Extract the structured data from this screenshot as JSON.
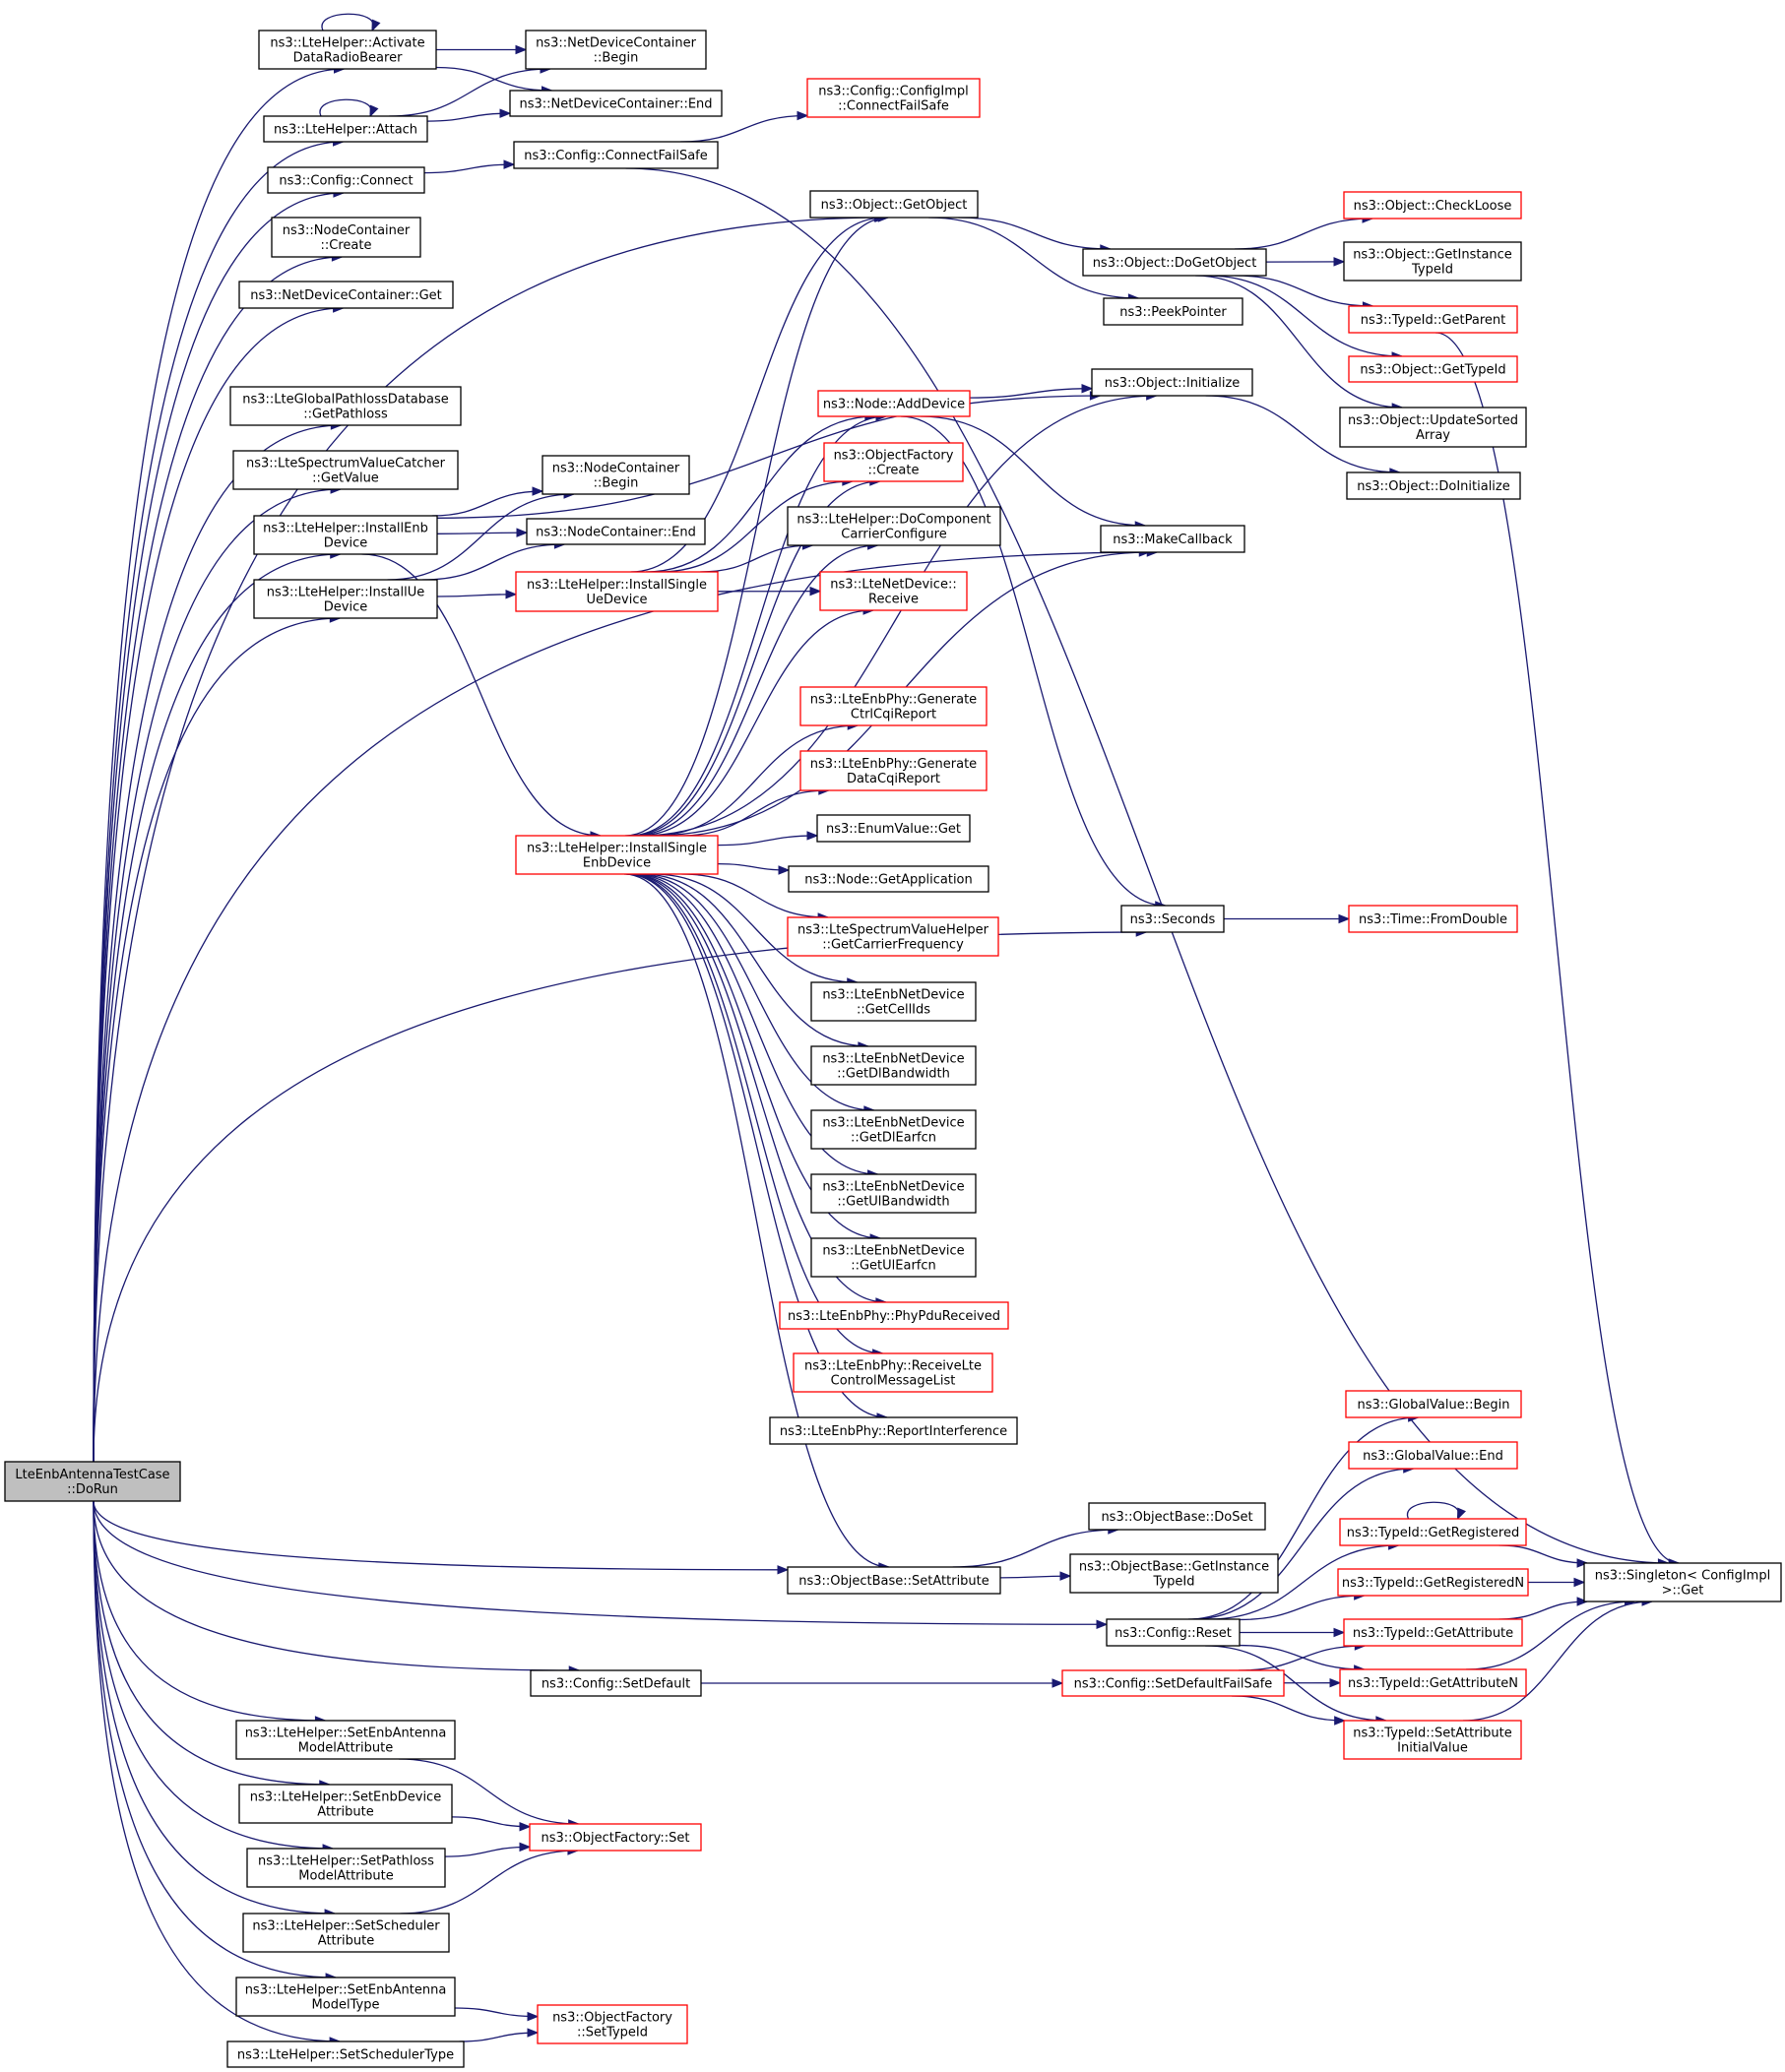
{
  "colors": {
    "edge": "#191970",
    "node_border": "#000000",
    "node_border_highlight": "#ff0000",
    "root_fill": "#bfbfbf",
    "background": "#ffffff"
  },
  "nodes": {
    "root": {
      "lines": [
        "LteEnbAntennaTestCase",
        "::DoRun"
      ],
      "style": "root"
    },
    "activate": {
      "lines": [
        "ns3::LteHelper::Activate",
        "DataRadioBearer"
      ],
      "style": "normal"
    },
    "attach": {
      "lines": [
        "ns3::LteHelper::Attach"
      ],
      "style": "normal"
    },
    "cfg_connect": {
      "lines": [
        "ns3::Config::Connect"
      ],
      "style": "normal"
    },
    "nc_create": {
      "lines": [
        "ns3::NodeContainer",
        "::Create"
      ],
      "style": "normal"
    },
    "ndc_get": {
      "lines": [
        "ns3::NetDeviceContainer::Get"
      ],
      "style": "normal"
    },
    "gpd_getpathloss": {
      "lines": [
        "ns3::LteGlobalPathlossDatabase",
        "::GetPathloss"
      ],
      "style": "normal"
    },
    "svc_getvalue": {
      "lines": [
        "ns3::LteSpectrumValueCatcher",
        "::GetValue"
      ],
      "style": "normal"
    },
    "install_enb": {
      "lines": [
        "ns3::LteHelper::InstallEnb",
        "Device"
      ],
      "style": "normal"
    },
    "install_ue": {
      "lines": [
        "ns3::LteHelper::InstallUe",
        "Device"
      ],
      "style": "normal"
    },
    "ndc_begin": {
      "lines": [
        "ns3::NetDeviceContainer",
        "::Begin"
      ],
      "style": "normal"
    },
    "ndc_end": {
      "lines": [
        "ns3::NetDeviceContainer::End"
      ],
      "style": "normal"
    },
    "cfg_connectfailsafe": {
      "lines": [
        "ns3::Config::ConnectFailSafe"
      ],
      "style": "normal"
    },
    "cfgimpl_cfs": {
      "lines": [
        "ns3::Config::ConfigImpl",
        "::ConnectFailSafe"
      ],
      "style": "red"
    },
    "nc_begin": {
      "lines": [
        "ns3::NodeContainer",
        "::Begin"
      ],
      "style": "normal"
    },
    "nc_end": {
      "lines": [
        "ns3::NodeContainer::End"
      ],
      "style": "normal"
    },
    "install_single_ue": {
      "lines": [
        "ns3::LteHelper::InstallSingle",
        "UeDevice"
      ],
      "style": "red"
    },
    "install_single_enb": {
      "lines": [
        "ns3::LteHelper::InstallSingle",
        "EnbDevice"
      ],
      "style": "red"
    },
    "obj_getobject": {
      "lines": [
        "ns3::Object::GetObject"
      ],
      "style": "normal"
    },
    "node_adddevice": {
      "lines": [
        "ns3::Node::AddDevice"
      ],
      "style": "red"
    },
    "objfactory_create": {
      "lines": [
        "ns3::ObjectFactory",
        "::Create"
      ],
      "style": "red"
    },
    "dcc_configure": {
      "lines": [
        "ns3::LteHelper::DoComponent",
        "CarrierConfigure"
      ],
      "style": "normal"
    },
    "netdev_receive": {
      "lines": [
        "ns3::LteNetDevice::",
        "Receive"
      ],
      "style": "red"
    },
    "gen_ctrlcqi": {
      "lines": [
        "ns3::LteEnbPhy::Generate",
        "CtrlCqiReport"
      ],
      "style": "red"
    },
    "gen_datacqi": {
      "lines": [
        "ns3::LteEnbPhy::Generate",
        "DataCqiReport"
      ],
      "style": "red"
    },
    "enumvalue_get": {
      "lines": [
        "ns3::EnumValue::Get"
      ],
      "style": "normal"
    },
    "node_getapp": {
      "lines": [
        "ns3::Node::GetApplication"
      ],
      "style": "normal"
    },
    "svh_carrierfreq": {
      "lines": [
        "ns3::LteSpectrumValueHelper",
        "::GetCarrierFrequency"
      ],
      "style": "red"
    },
    "enb_cellids": {
      "lines": [
        "ns3::LteEnbNetDevice",
        "::GetCellIds"
      ],
      "style": "normal"
    },
    "enb_dlbw": {
      "lines": [
        "ns3::LteEnbNetDevice",
        "::GetDlBandwidth"
      ],
      "style": "normal"
    },
    "enb_dlearfcn": {
      "lines": [
        "ns3::LteEnbNetDevice",
        "::GetDlEarfcn"
      ],
      "style": "normal"
    },
    "enb_ulbw": {
      "lines": [
        "ns3::LteEnbNetDevice",
        "::GetUlBandwidth"
      ],
      "style": "normal"
    },
    "enb_ulearfcn": {
      "lines": [
        "ns3::LteEnbNetDevice",
        "::GetUlEarfcn"
      ],
      "style": "normal"
    },
    "phy_pdurecv": {
      "lines": [
        "ns3::LteEnbPhy::PhyPduReceived"
      ],
      "style": "red"
    },
    "phy_recvctrl": {
      "lines": [
        "ns3::LteEnbPhy::ReceiveLte",
        "ControlMessageList"
      ],
      "style": "red"
    },
    "phy_reportintf": {
      "lines": [
        "ns3::LteEnbPhy::ReportInterference"
      ],
      "style": "normal"
    },
    "obj_dogetobject": {
      "lines": [
        "ns3::Object::DoGetObject"
      ],
      "style": "normal"
    },
    "peekpointer": {
      "lines": [
        "ns3::PeekPointer"
      ],
      "style": "normal"
    },
    "obj_initialize": {
      "lines": [
        "ns3::Object::Initialize"
      ],
      "style": "normal"
    },
    "makecallback": {
      "lines": [
        "ns3::MakeCallback"
      ],
      "style": "normal"
    },
    "seconds": {
      "lines": [
        "ns3::Seconds"
      ],
      "style": "normal"
    },
    "obj_checkloose": {
      "lines": [
        "ns3::Object::CheckLoose"
      ],
      "style": "red"
    },
    "obj_getinstancetypeid": {
      "lines": [
        "ns3::Object::GetInstance",
        "TypeId"
      ],
      "style": "normal"
    },
    "typeid_getparent": {
      "lines": [
        "ns3::TypeId::GetParent"
      ],
      "style": "red"
    },
    "obj_gettypeid": {
      "lines": [
        "ns3::Object::GetTypeId"
      ],
      "style": "red"
    },
    "obj_updatesorted": {
      "lines": [
        "ns3::Object::UpdateSorted",
        "Array"
      ],
      "style": "normal"
    },
    "obj_doinitialize": {
      "lines": [
        "ns3::Object::DoInitialize"
      ],
      "style": "normal"
    },
    "time_fromdouble": {
      "lines": [
        "ns3::Time::FromDouble"
      ],
      "style": "red"
    },
    "gv_begin": {
      "lines": [
        "ns3::GlobalValue::Begin"
      ],
      "style": "red"
    },
    "gv_end": {
      "lines": [
        "ns3::GlobalValue::End"
      ],
      "style": "red"
    },
    "typeid_getregistered": {
      "lines": [
        "ns3::TypeId::GetRegistered"
      ],
      "style": "red"
    },
    "typeid_getregisteredn": {
      "lines": [
        "ns3::TypeId::GetRegisteredN"
      ],
      "style": "red"
    },
    "typeid_getattribute": {
      "lines": [
        "ns3::TypeId::GetAttribute"
      ],
      "style": "red"
    },
    "typeid_getattributen": {
      "lines": [
        "ns3::TypeId::GetAttributeN"
      ],
      "style": "red"
    },
    "typeid_setattrinit": {
      "lines": [
        "ns3::TypeId::SetAttribute",
        "InitialValue"
      ],
      "style": "red"
    },
    "singleton_get": {
      "lines": [
        "ns3::Singleton< ConfigImpl",
        " >::Get"
      ],
      "style": "normal"
    },
    "objbase_doset": {
      "lines": [
        "ns3::ObjectBase::DoSet"
      ],
      "style": "normal"
    },
    "objbase_getinstancetypeid": {
      "lines": [
        "ns3::ObjectBase::GetInstance",
        "TypeId"
      ],
      "style": "normal"
    },
    "objbase_setattribute": {
      "lines": [
        "ns3::ObjectBase::SetAttribute"
      ],
      "style": "normal"
    },
    "cfg_reset": {
      "lines": [
        "ns3::Config::Reset"
      ],
      "style": "normal"
    },
    "cfg_setdefault": {
      "lines": [
        "ns3::Config::SetDefault"
      ],
      "style": "normal"
    },
    "cfg_setdefaultfailsafe": {
      "lines": [
        "ns3::Config::SetDefaultFailSafe"
      ],
      "style": "red"
    },
    "set_enb_ant_attr": {
      "lines": [
        "ns3::LteHelper::SetEnbAntenna",
        "ModelAttribute"
      ],
      "style": "normal"
    },
    "set_enb_dev_attr": {
      "lines": [
        "ns3::LteHelper::SetEnbDevice",
        "Attribute"
      ],
      "style": "normal"
    },
    "set_pathloss_attr": {
      "lines": [
        "ns3::LteHelper::SetPathloss",
        "ModelAttribute"
      ],
      "style": "normal"
    },
    "set_sched_attr": {
      "lines": [
        "ns3::LteHelper::SetScheduler",
        "Attribute"
      ],
      "style": "normal"
    },
    "set_enb_ant_type": {
      "lines": [
        "ns3::LteHelper::SetEnbAntenna",
        "ModelType"
      ],
      "style": "normal"
    },
    "set_sched_type": {
      "lines": [
        "ns3::LteHelper::SetSchedulerType"
      ],
      "style": "normal"
    },
    "objfactory_set": {
      "lines": [
        "ns3::ObjectFactory::Set"
      ],
      "style": "red"
    },
    "objfactory_settypeid": {
      "lines": [
        "ns3::ObjectFactory",
        "::SetTypeId"
      ],
      "style": "red"
    }
  },
  "edges": [
    [
      "root",
      "activate"
    ],
    [
      "root",
      "attach"
    ],
    [
      "root",
      "cfg_connect"
    ],
    [
      "root",
      "nc_create"
    ],
    [
      "root",
      "ndc_get"
    ],
    [
      "root",
      "gpd_getpathloss"
    ],
    [
      "root",
      "svc_getvalue"
    ],
    [
      "root",
      "install_enb"
    ],
    [
      "root",
      "install_ue"
    ],
    [
      "root",
      "obj_getobject"
    ],
    [
      "root",
      "makecallback"
    ],
    [
      "root",
      "seconds"
    ],
    [
      "root",
      "objbase_setattribute"
    ],
    [
      "root",
      "cfg_reset"
    ],
    [
      "root",
      "cfg_setdefault"
    ],
    [
      "root",
      "set_enb_ant_attr"
    ],
    [
      "root",
      "set_enb_dev_attr"
    ],
    [
      "root",
      "set_pathloss_attr"
    ],
    [
      "root",
      "set_sched_attr"
    ],
    [
      "root",
      "set_enb_ant_type"
    ],
    [
      "root",
      "set_sched_type"
    ],
    [
      "activate",
      "activate"
    ],
    [
      "activate",
      "ndc_begin"
    ],
    [
      "activate",
      "ndc_end"
    ],
    [
      "attach",
      "attach"
    ],
    [
      "attach",
      "ndc_begin"
    ],
    [
      "attach",
      "ndc_end"
    ],
    [
      "cfg_connect",
      "cfg_connectfailsafe"
    ],
    [
      "cfg_connectfailsafe",
      "cfgimpl_cfs"
    ],
    [
      "cfg_connectfailsafe",
      "singleton_get"
    ],
    [
      "install_enb",
      "nc_begin"
    ],
    [
      "install_enb",
      "nc_end"
    ],
    [
      "install_enb",
      "install_single_enb"
    ],
    [
      "install_enb",
      "obj_initialize"
    ],
    [
      "install_ue",
      "nc_begin"
    ],
    [
      "install_ue",
      "nc_end"
    ],
    [
      "install_ue",
      "install_single_ue"
    ],
    [
      "install_single_ue",
      "obj_getobject"
    ],
    [
      "install_single_ue",
      "node_adddevice"
    ],
    [
      "install_single_ue",
      "objfactory_create"
    ],
    [
      "install_single_ue",
      "dcc_configure"
    ],
    [
      "install_single_ue",
      "netdev_receive"
    ],
    [
      "install_single_enb",
      "obj_getobject"
    ],
    [
      "install_single_enb",
      "node_adddevice"
    ],
    [
      "install_single_enb",
      "objfactory_create"
    ],
    [
      "install_single_enb",
      "dcc_configure"
    ],
    [
      "install_single_enb",
      "netdev_receive"
    ],
    [
      "install_single_enb",
      "obj_initialize"
    ],
    [
      "install_single_enb",
      "makecallback"
    ],
    [
      "install_single_enb",
      "gen_ctrlcqi"
    ],
    [
      "install_single_enb",
      "gen_datacqi"
    ],
    [
      "install_single_enb",
      "enumvalue_get"
    ],
    [
      "install_single_enb",
      "node_getapp"
    ],
    [
      "install_single_enb",
      "svh_carrierfreq"
    ],
    [
      "install_single_enb",
      "enb_cellids"
    ],
    [
      "install_single_enb",
      "enb_dlbw"
    ],
    [
      "install_single_enb",
      "enb_dlearfcn"
    ],
    [
      "install_single_enb",
      "enb_ulbw"
    ],
    [
      "install_single_enb",
      "enb_ulearfcn"
    ],
    [
      "install_single_enb",
      "phy_pdurecv"
    ],
    [
      "install_single_enb",
      "phy_recvctrl"
    ],
    [
      "install_single_enb",
      "phy_reportintf"
    ],
    [
      "install_single_enb",
      "objbase_setattribute"
    ],
    [
      "obj_getobject",
      "obj_dogetobject"
    ],
    [
      "obj_getobject",
      "peekpointer"
    ],
    [
      "obj_dogetobject",
      "obj_checkloose"
    ],
    [
      "obj_dogetobject",
      "obj_getinstancetypeid"
    ],
    [
      "obj_dogetobject",
      "typeid_getparent"
    ],
    [
      "obj_dogetobject",
      "obj_gettypeid"
    ],
    [
      "obj_dogetobject",
      "obj_updatesorted"
    ],
    [
      "typeid_getparent",
      "singleton_get"
    ],
    [
      "node_adddevice",
      "obj_initialize"
    ],
    [
      "node_adddevice",
      "makecallback"
    ],
    [
      "node_adddevice",
      "seconds"
    ],
    [
      "obj_initialize",
      "obj_doinitialize"
    ],
    [
      "seconds",
      "time_fromdouble"
    ],
    [
      "objbase_setattribute",
      "objbase_doset"
    ],
    [
      "objbase_setattribute",
      "objbase_getinstancetypeid"
    ],
    [
      "cfg_reset",
      "gv_begin"
    ],
    [
      "cfg_reset",
      "gv_end"
    ],
    [
      "cfg_reset",
      "typeid_getregistered"
    ],
    [
      "cfg_reset",
      "typeid_getregisteredn"
    ],
    [
      "cfg_reset",
      "typeid_getattribute"
    ],
    [
      "cfg_reset",
      "typeid_getattributen"
    ],
    [
      "cfg_reset",
      "typeid_setattrinit"
    ],
    [
      "typeid_getregistered",
      "typeid_getregistered"
    ],
    [
      "typeid_getregistered",
      "singleton_get"
    ],
    [
      "typeid_getregisteredn",
      "singleton_get"
    ],
    [
      "typeid_getattribute",
      "singleton_get"
    ],
    [
      "typeid_getattributen",
      "singleton_get"
    ],
    [
      "typeid_setattrinit",
      "singleton_get"
    ],
    [
      "cfg_setdefault",
      "cfg_setdefaultfailsafe"
    ],
    [
      "cfg_setdefaultfailsafe",
      "typeid_getattribute"
    ],
    [
      "cfg_setdefaultfailsafe",
      "typeid_getattributen"
    ],
    [
      "cfg_setdefaultfailsafe",
      "typeid_setattrinit"
    ],
    [
      "set_enb_ant_attr",
      "objfactory_set"
    ],
    [
      "set_enb_dev_attr",
      "objfactory_set"
    ],
    [
      "set_pathloss_attr",
      "objfactory_set"
    ],
    [
      "set_sched_attr",
      "objfactory_set"
    ],
    [
      "set_enb_ant_type",
      "objfactory_settypeid"
    ],
    [
      "set_sched_type",
      "objfactory_settypeid"
    ]
  ]
}
